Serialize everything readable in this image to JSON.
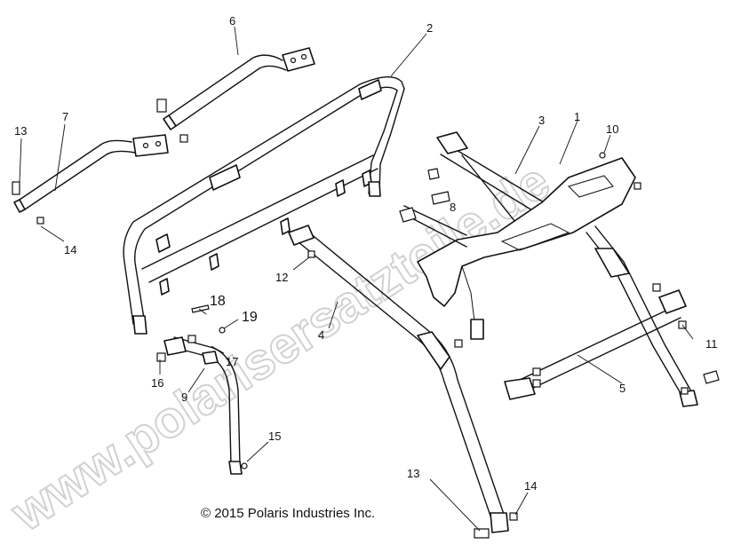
{
  "watermark": "www.polarisersatzteile.de",
  "copyright": "© 2015 Polaris Industries Inc.",
  "callouts": {
    "c1": "1",
    "c2": "2",
    "c3": "3",
    "c4": "4",
    "c5": "5",
    "c6": "6",
    "c7": "7",
    "c8": "8",
    "c9": "9",
    "c10": "10",
    "c11": "11",
    "c12": "12",
    "c13a": "13",
    "c13b": "13",
    "c14a": "14",
    "c14b": "14",
    "c15": "15",
    "c16": "16",
    "c17": "17",
    "c18": "18",
    "c19": "19"
  }
}
